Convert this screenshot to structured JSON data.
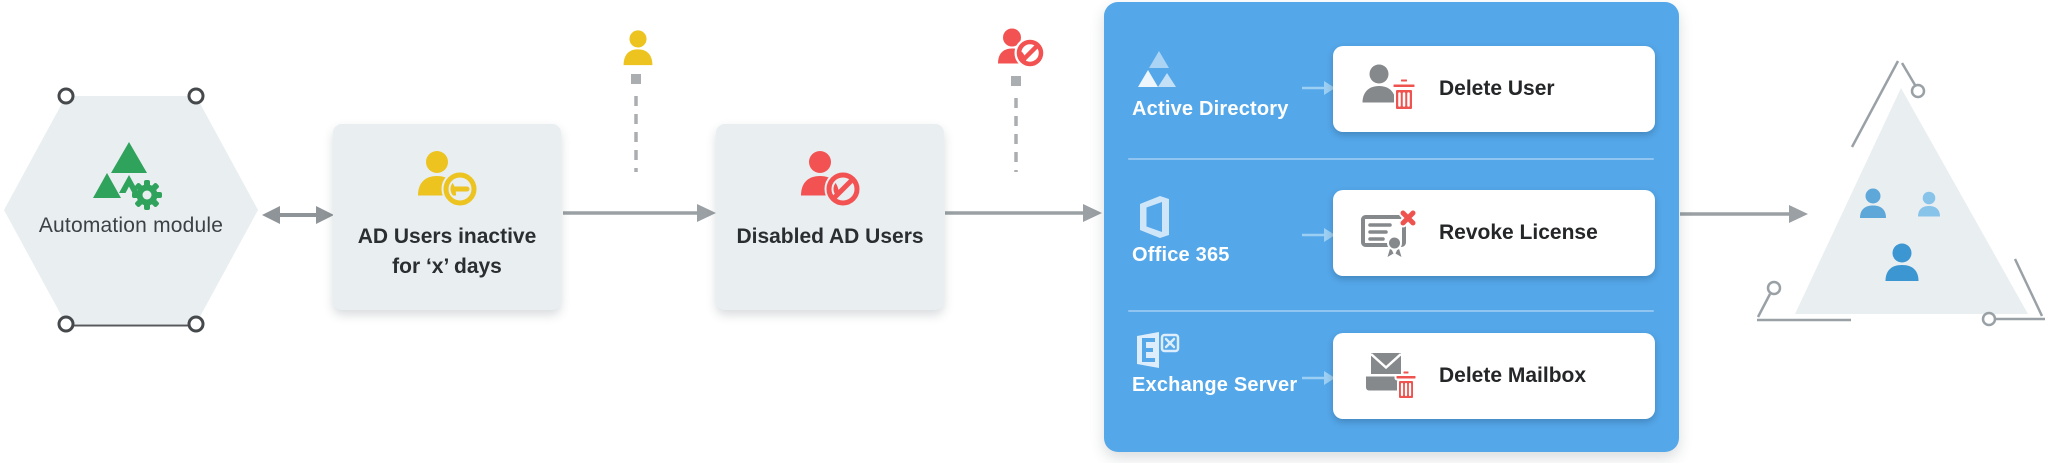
{
  "diagram": {
    "automation": {
      "label": "Automation module",
      "icon": "automation-triangles-gear-icon"
    },
    "flow": {
      "inactive_box": {
        "line1": "AD Users inactive",
        "line2": "for ‘x’ days",
        "icon": "user-minus-icon",
        "icon_color": "#ecc31f"
      },
      "inactive_marker": {
        "icon": "user-icon",
        "color": "#ecc31f"
      },
      "disabled_box": {
        "label": "Disabled AD Users",
        "icon": "user-blocked-icon",
        "icon_color": "#f25352"
      },
      "disabled_marker": {
        "icon": "user-blocked-icon",
        "color": "#f25352"
      }
    },
    "panel": {
      "background": "#54a7e9",
      "rows": [
        {
          "service": "Active Directory",
          "service_icon": "active-directory-icon",
          "action": "Delete User",
          "action_icon": "delete-user-icon"
        },
        {
          "service": "Office 365",
          "service_icon": "office-365-icon",
          "action": "Revoke License",
          "action_icon": "revoke-license-icon"
        },
        {
          "service": "Exchange Server",
          "service_icon": "exchange-server-icon",
          "action": "Delete Mailbox",
          "action_icon": "delete-mailbox-icon"
        }
      ]
    },
    "organization": {
      "icon": "organization-users-triangle-icon"
    },
    "colors": {
      "panel_blue": "#54a7e9",
      "node_gray": "#e9eef1",
      "green": "#2fa25c",
      "yellow": "#ecc31f",
      "red": "#ef5350",
      "icon_gray": "#85898c",
      "arrow_gray": "#9aa0a4",
      "user_blue_dark": "#3c96d2",
      "user_blue_mid": "#5ea8d9",
      "user_blue_light": "#88c4ea"
    }
  }
}
